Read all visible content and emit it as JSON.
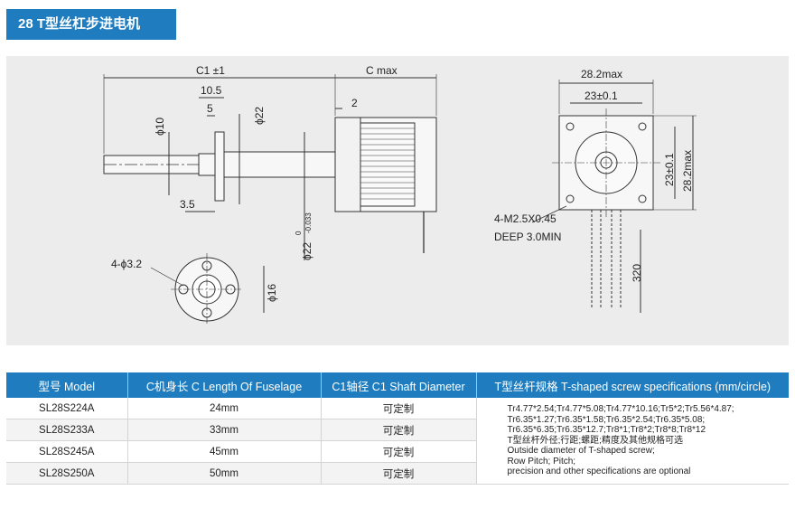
{
  "title": "28 T型丝杠步进电机",
  "drawing": {
    "c1_tolerance": "C1 ±1",
    "c_max": "C max",
    "dim_10_5": "10.5",
    "dim_5": "5",
    "dim_2": "2",
    "dim_phi10": "ϕ10",
    "dim_phi22": "ϕ22",
    "dim_phi22_tol": "ϕ22",
    "dim_phi22_sup": "0",
    "dim_phi22_sub": "-0.033",
    "dim_3_5": "3.5",
    "dim_holes": "4-ϕ3.2",
    "dim_phi16": "ϕ16",
    "dim_28_2_top": "28.2max",
    "dim_23_top": "23±0.1",
    "dim_23_side": "23±0.1",
    "dim_28_2_side": "28.2max",
    "screw_note_1": "4-M2.5X0.45",
    "screw_note_2": "DEEP 3.0MIN",
    "dim_320": "320"
  },
  "table": {
    "headers": [
      "型号 Model",
      "C机身长 C Length Of Fuselage",
      "C1轴径 C1 Shaft Diameter",
      "T型丝杆规格 T-shaped screw specifications (mm/circle)"
    ],
    "rows": [
      {
        "model": "SL28S224A",
        "length": "24mm",
        "shaft": "可定制"
      },
      {
        "model": "SL28S233A",
        "length": "33mm",
        "shaft": "可定制"
      },
      {
        "model": "SL28S245A",
        "length": "45mm",
        "shaft": "可定制"
      },
      {
        "model": "SL28S250A",
        "length": "50mm",
        "shaft": "可定制"
      }
    ],
    "spec_lines": [
      "Tr4.77*2.54;Tr4.77*5.08;Tr4.77*10.16;Tr5*2;Tr5.56*4.87;",
      "Tr6.35*1.27;Tr6.35*1.58;Tr6.35*2.54;Tr6.35*5.08;",
      "Tr6.35*6.35;Tr6.35*12.7;Tr8*1;Tr8*2;Tr8*8;Tr8*12",
      "T型丝杆外径;行距;螺距;精度及其他规格可选",
      "Outside diameter of T-shaped screw;",
      "Row Pitch; Pitch;",
      "precision and other specifications are optional"
    ]
  }
}
